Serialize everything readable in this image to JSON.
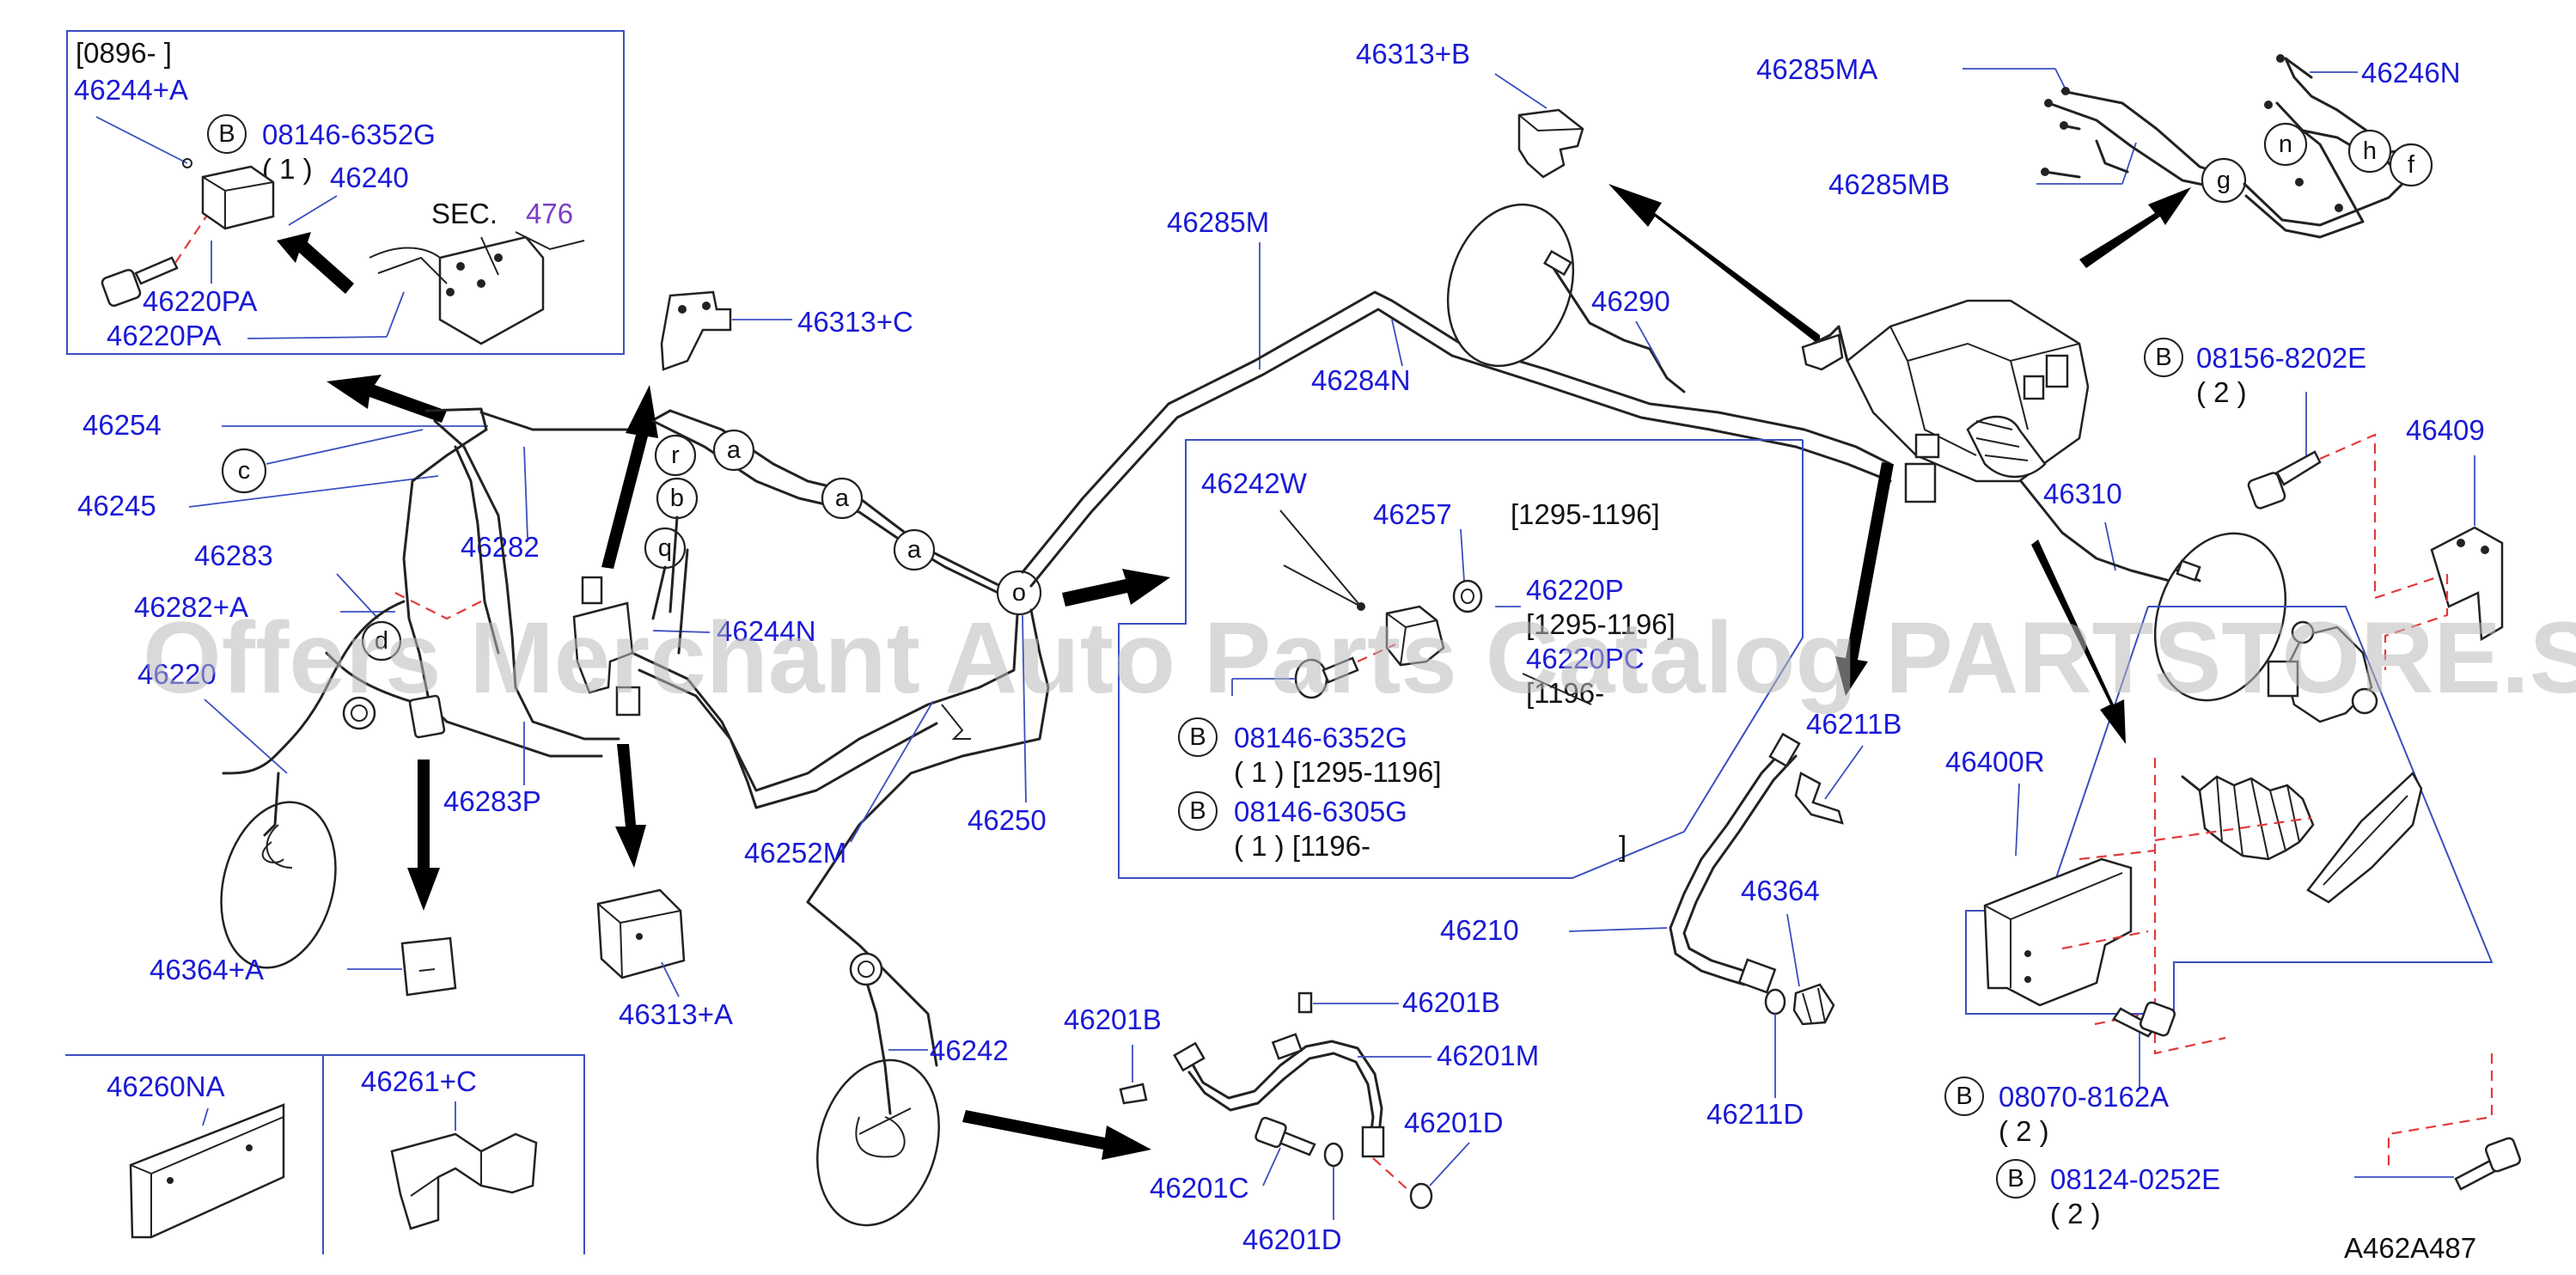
{
  "diagram": {
    "figure_code": "A462A487",
    "watermark": "Offers Merchant Auto Parts Catalog PARTSTORE.SA",
    "inset_date": "[0896-              ]",
    "sec_prefix": "SEC.",
    "sec_number": "476",
    "part_labels": {
      "p46244A": "46244+A",
      "p46240": "46240",
      "p46220PA_1": "46220PA",
      "p46220PA_2": "46220PA",
      "p46254": "46254",
      "p46245": "46245",
      "p46283": "46283",
      "p46282A": "46282+A",
      "p46220": "46220",
      "p46282": "46282",
      "p46283P": "46283P",
      "p46364A": "46364+A",
      "p46313A": "46313+A",
      "p46313C": "46313+C",
      "p46244N": "46244N",
      "p46252M": "46252M",
      "p46250": "46250",
      "p46285M": "46285M",
      "p46284N": "46284N",
      "p46290": "46290",
      "p46313B": "46313+B",
      "p46285MA": "46285MA",
      "p46285MB": "46285MB",
      "p46246N": "46246N",
      "p46409": "46409",
      "p46310": "46310",
      "p46211B": "46211B",
      "p46400R": "46400R",
      "p46242W": "46242W",
      "p46257": "46257",
      "p46220P": "46220P",
      "p46220PC": "46220PC",
      "p46210": "46210",
      "p46364": "46364",
      "p46211D": "46211D",
      "p46242": "46242",
      "p46201B_1": "46201B",
      "p46201B_2": "46201B",
      "p46201M": "46201M",
      "p46201D_1": "46201D",
      "p46201D_2": "46201D",
      "p46201C": "46201C",
      "p46260NA": "46260NA",
      "p46261C": "46261+C"
    },
    "bolt_refs": {
      "b08146_6352G_top": "08146-6352G",
      "b08146_6352G_top_qty": "( 1 )",
      "b08156_8202E": "08156-8202E",
      "b08156_8202E_qty": "( 2 )",
      "b08146_6352G_mid": "08146-6352G",
      "b08146_6352G_mid_qty": "( 1 ) [1295-1196]",
      "b08146_6305G": "08146-6305G",
      "b08146_6305G_qty": "( 1 ) [1196-",
      "b08070_8162A": "08070-8162A",
      "b08070_8162A_qty": "( 2 )",
      "b08124_0252E": "08124-0252E",
      "b08124_0252E_qty": "( 2 )"
    },
    "date_codes": {
      "d46257": "[1295-1196]",
      "d46220P": "[1295-1196]",
      "d46220PC": "[1196-",
      "d_close_bracket": "]"
    },
    "bolt_marker": "B",
    "connection_letters": [
      "r",
      "b",
      "q",
      "a",
      "a",
      "a",
      "o",
      "c",
      "d",
      "g",
      "n",
      "h",
      "f"
    ]
  }
}
